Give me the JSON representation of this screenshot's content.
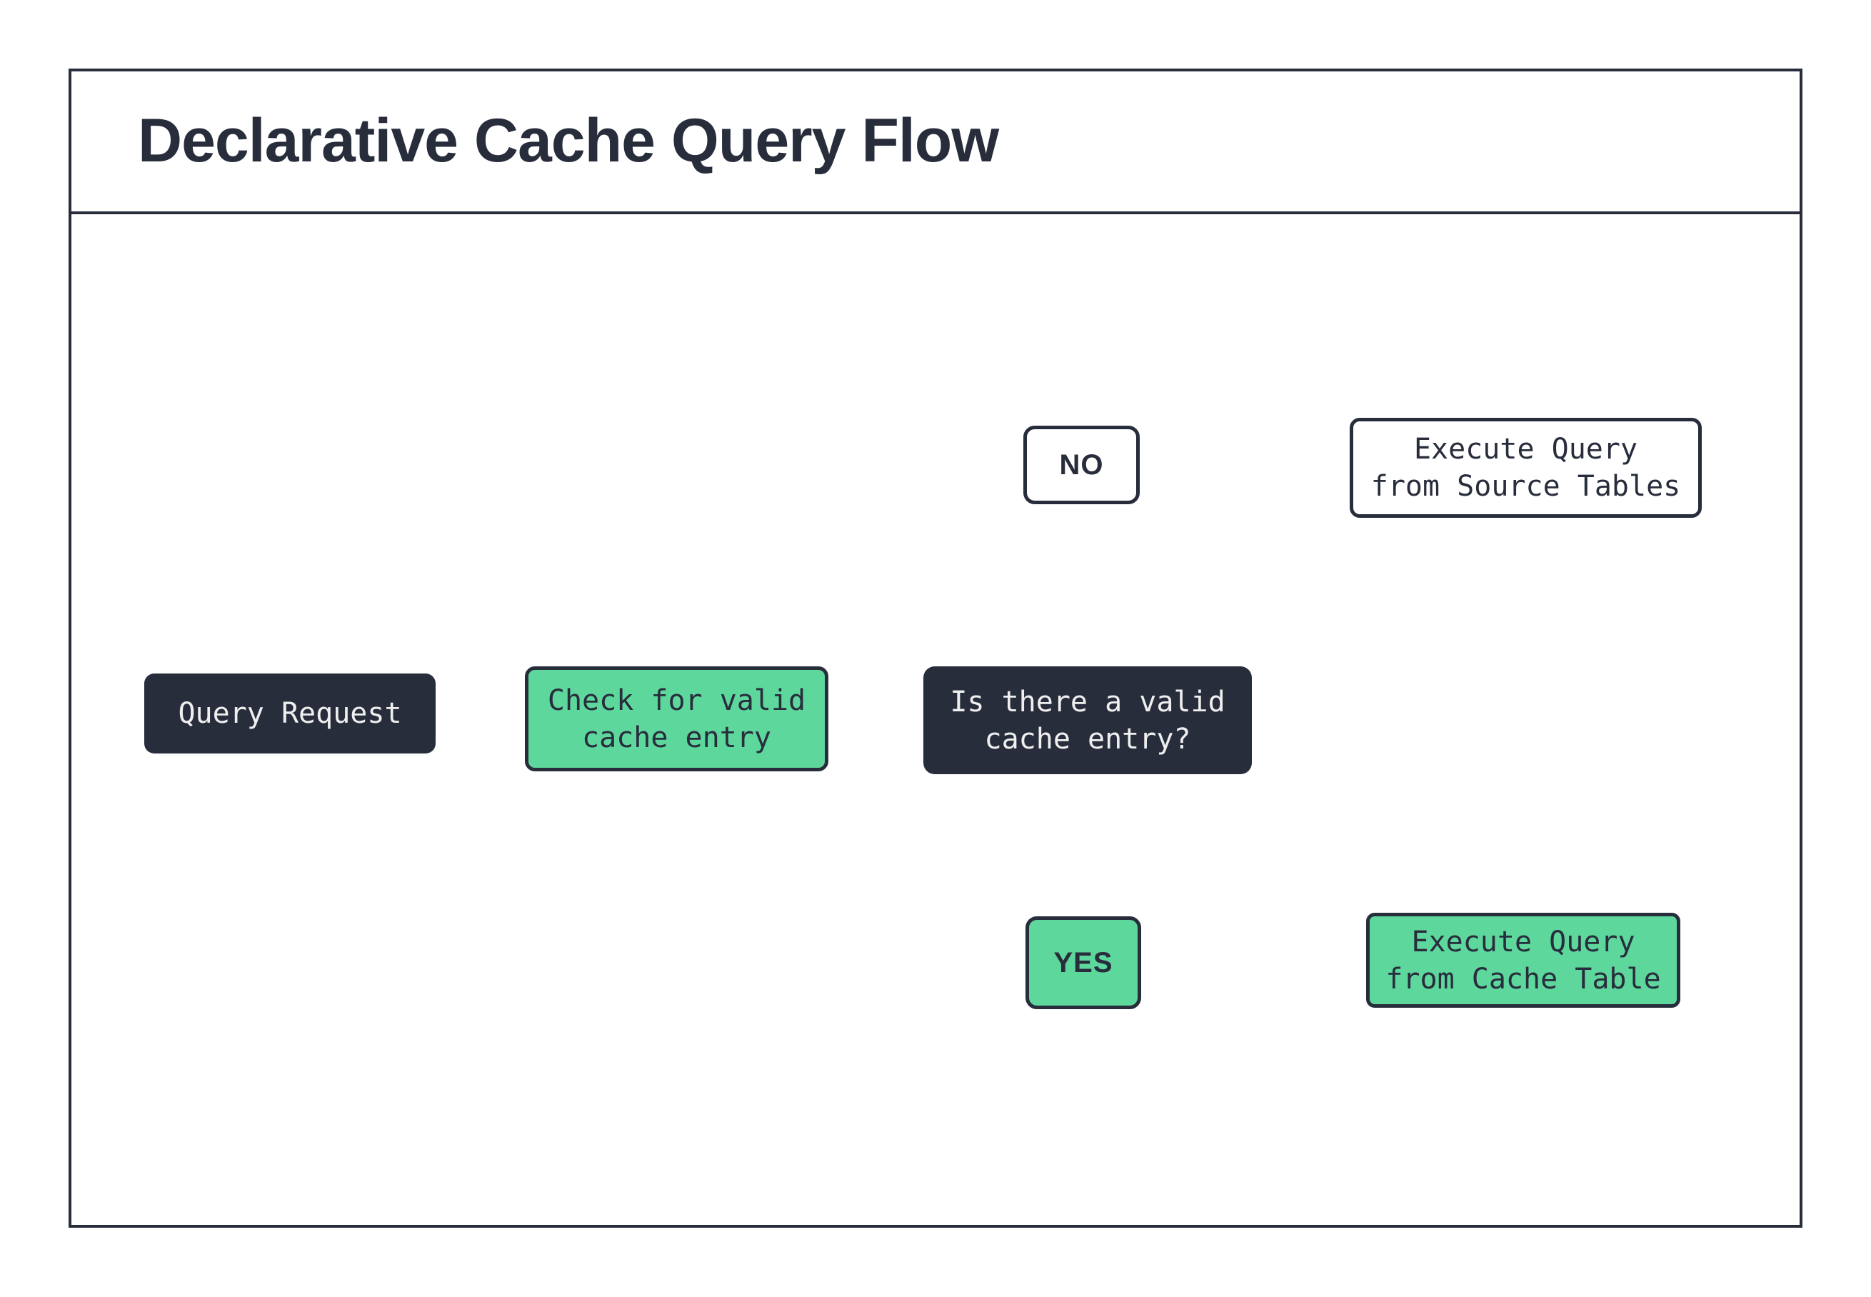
{
  "title": "Declarative Cache Query Flow",
  "flow": {
    "query_request": "Query Request",
    "check_cache": "Check for valid\ncache entry",
    "decision": "Is there a valid\ncache entry?",
    "branch_no": "NO",
    "branch_yes": "YES",
    "execute_source": "Execute Query\nfrom Source Tables",
    "execute_cache": "Execute Query\nfrom Cache Table"
  },
  "colors": {
    "dark_navy": "#282D3C",
    "green": "#5ED79D",
    "light_text": "#EFEFEF",
    "background": "#FFFFFF"
  }
}
